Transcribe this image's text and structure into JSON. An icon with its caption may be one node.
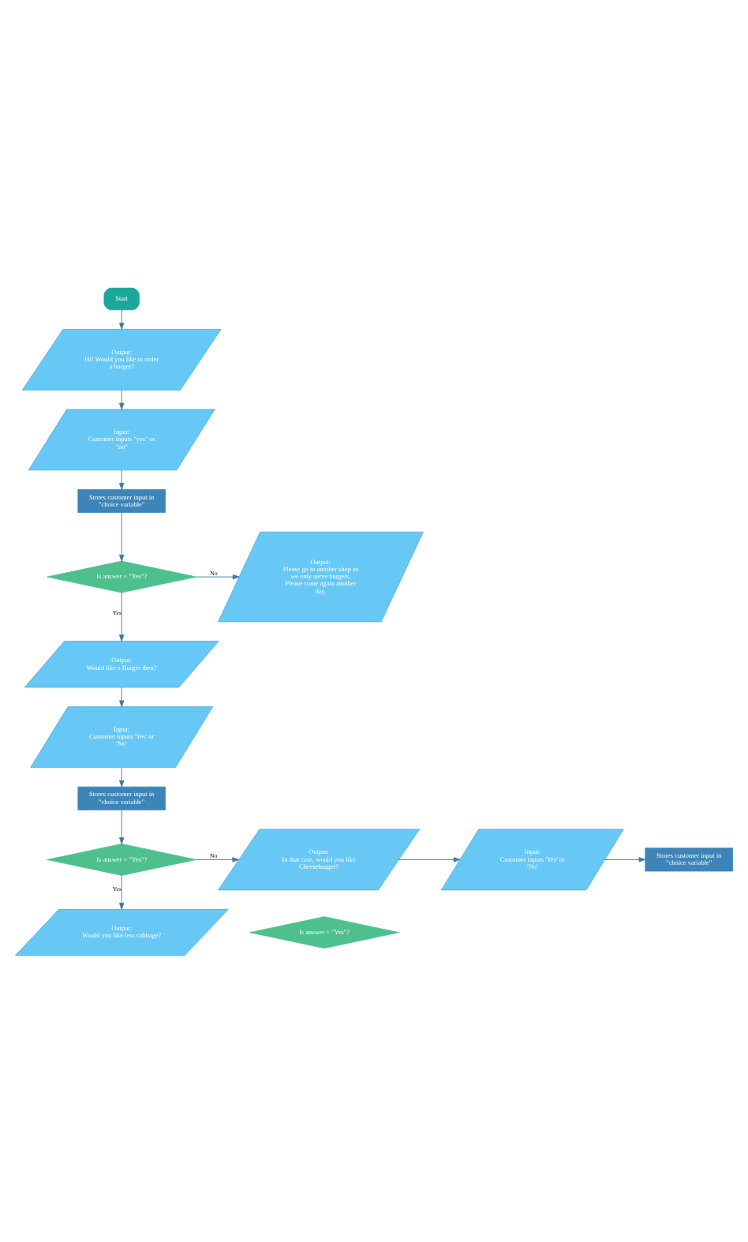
{
  "diagram": {
    "nodes": [
      {
        "text": [
          "Start"
        ]
      },
      {
        "text": [
          "Output:",
          "Hi! Would you like to order a burger?"
        ]
      },
      {
        "text": [
          "Input:",
          "Customer inputs \"yes\" or \"no\""
        ]
      },
      {
        "text": [
          "Stores customer input in \"choice variable\""
        ]
      },
      {
        "text": [
          "Is answer = \"Yes\"?"
        ]
      },
      {
        "text": [
          "Output:",
          "Please go to another shop as we only serve burgers. Please come again another day."
        ]
      },
      {
        "text": [
          "Output:",
          "Would like a Burger then?"
        ]
      },
      {
        "text": [
          "Input:",
          "Customer inputs 'Yes' or 'No'"
        ]
      },
      {
        "text": [
          "Stores customer input in \"choice variable\""
        ]
      },
      {
        "text": [
          "Is answer = \"Yes\"?"
        ]
      },
      {
        "text": [
          "Output:",
          "In that case, would you like Cheeseburger?"
        ]
      },
      {
        "text": [
          "Output:",
          "Would you like less cabbage?"
        ]
      },
      {
        "text": [
          "Input:",
          "Customer inputs 'Yes' or 'No'"
        ]
      },
      {
        "text": [
          "Stores customer input in \"choice variable\""
        ]
      },
      {
        "text": [
          "Is answer = \"Yes\"?"
        ]
      }
    ],
    "edges": [
      {
        "from": 0,
        "to": 1,
        "arrow": "to"
      },
      {
        "from": 1,
        "to": 2,
        "arrow": "to"
      },
      {
        "from": 2,
        "to": 3,
        "arrow": "to"
      },
      {
        "from": 3,
        "to": 4,
        "arrow": "to"
      },
      {
        "from": 4,
        "to": 5,
        "arrow": "to",
        "label": "No"
      },
      {
        "from": 4,
        "to": 6,
        "arrow": "to",
        "label": "Yes"
      },
      {
        "from": 6,
        "to": 7,
        "arrow": "to"
      },
      {
        "from": 7,
        "to": 8,
        "arrow": "to"
      },
      {
        "from": 8,
        "to": 9,
        "arrow": "to"
      },
      {
        "from": 9,
        "to": 10,
        "arrow": "to",
        "label": "No"
      },
      {
        "from": 9,
        "to": 11,
        "arrow": "to",
        "label": "Yes"
      },
      {
        "from": 10,
        "to": 12,
        "arrow": "to"
      },
      {
        "from": 12,
        "to": 13,
        "arrow": "to"
      }
    ]
  }
}
